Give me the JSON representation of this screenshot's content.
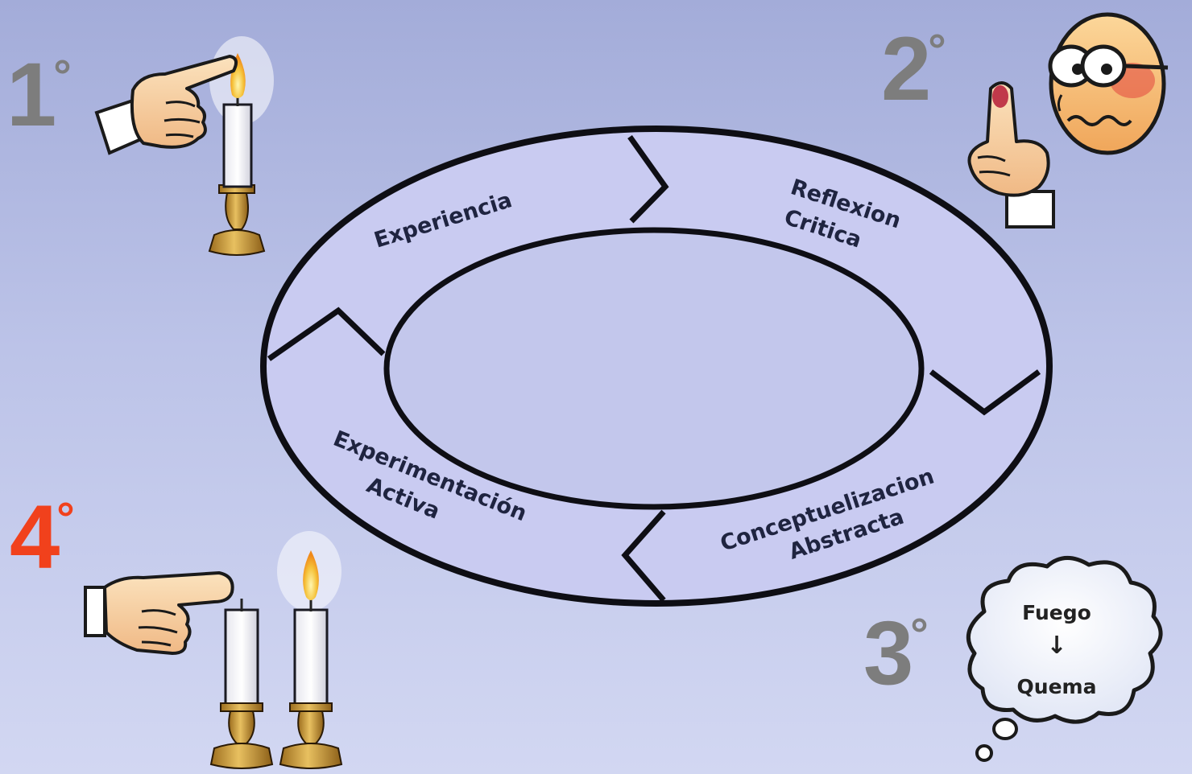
{
  "diagram": {
    "stages": [
      {
        "lines": [
          "Experiencia"
        ]
      },
      {
        "lines": [
          "Reflexion",
          "Critica"
        ]
      },
      {
        "lines": [
          "Conceptuelizacion",
          "Abstracta"
        ]
      },
      {
        "lines": [
          "Experimentación",
          "Activa"
        ]
      }
    ]
  },
  "steps": [
    {
      "label": "1",
      "degree": "°",
      "color": "#7d7d7d"
    },
    {
      "label": "2",
      "degree": "°",
      "color": "#7d7d7d"
    },
    {
      "label": "3",
      "degree": "°",
      "color": "#7d7d7d"
    },
    {
      "label": "4",
      "degree": "°",
      "color": "#f1411c"
    }
  ],
  "thought": {
    "top": "Fuego",
    "arrow": "↓",
    "bottom": "Quema"
  },
  "colors": {
    "ring_fill": "#c9cbf1",
    "ring_stroke": "#0e0e14",
    "flame": "#f5a623",
    "candle_holder": "#d8a84a"
  }
}
